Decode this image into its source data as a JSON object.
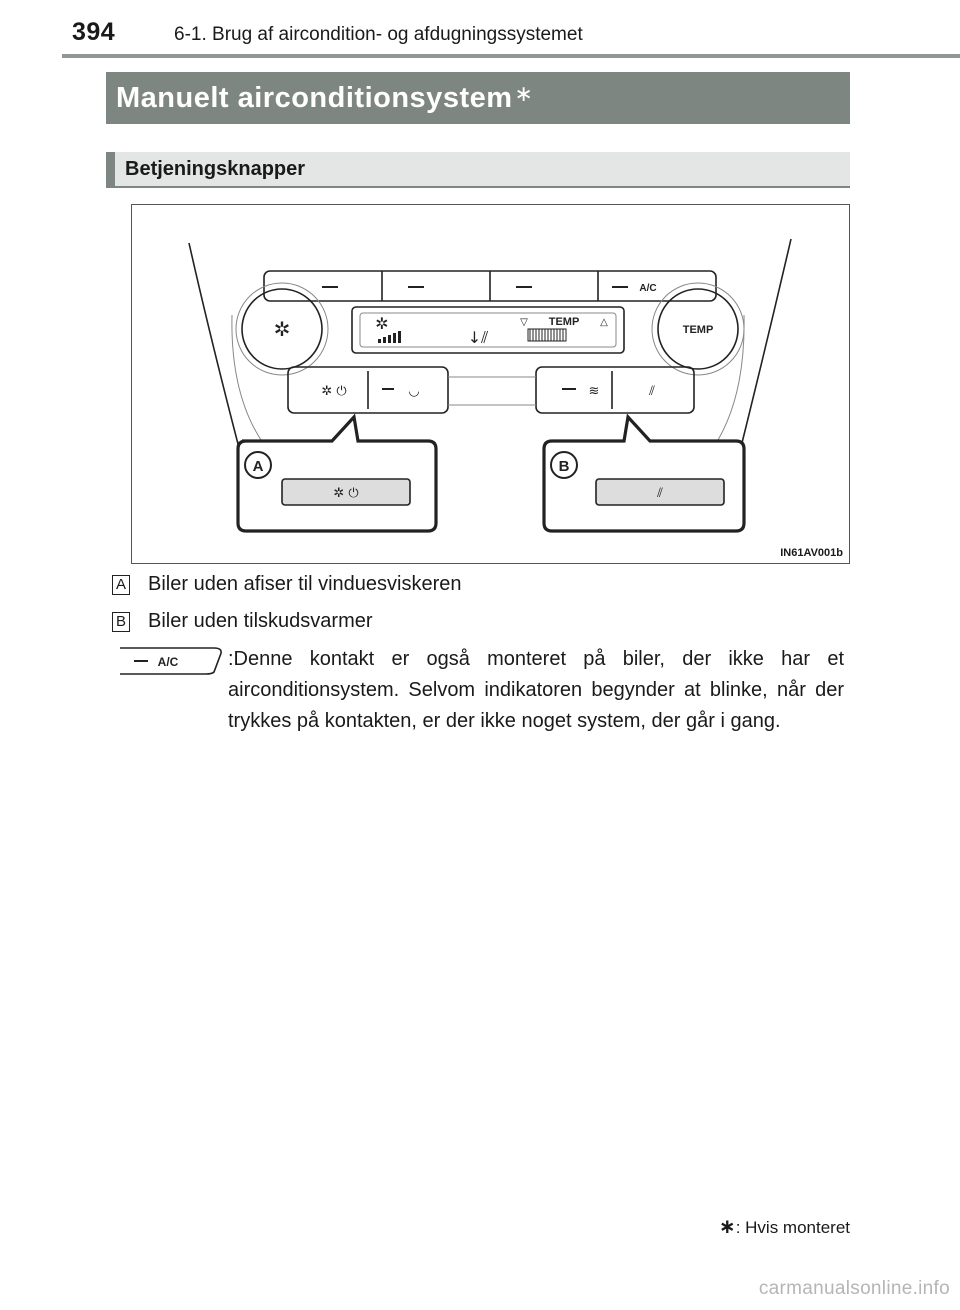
{
  "header": {
    "page_number": "394",
    "chapter": "6-1. Brug af aircondition- og afdugningssystemet"
  },
  "title": {
    "text": "Manuelt airconditionsystem",
    "mark": "∗"
  },
  "section": {
    "text": "Betjeningsknapper"
  },
  "figure": {
    "code": "IN61AV001b",
    "panel_labels": {
      "temp_display": "TEMP",
      "temp_dial": "TEMP",
      "ac": "A/C"
    },
    "callouts": {
      "a": "A",
      "b": "B"
    }
  },
  "legend": [
    {
      "marker": "A",
      "text": "Biler uden afiser til vinduesviskeren"
    },
    {
      "marker": "B",
      "text": "Biler uden tilskudsvarmer"
    }
  ],
  "ac_button": {
    "label": "A/C"
  },
  "note": ":Denne kontakt er også monteret på biler, der ikke har et airconditionsystem. Selvom indikatoren begynder at blinke, når der trykkes på kontakten, er der ikke noget system, der går i gang.",
  "footnote": {
    "mark": "∗",
    "text": ": Hvis monteret"
  },
  "watermark": "carmanualsonline.info"
}
